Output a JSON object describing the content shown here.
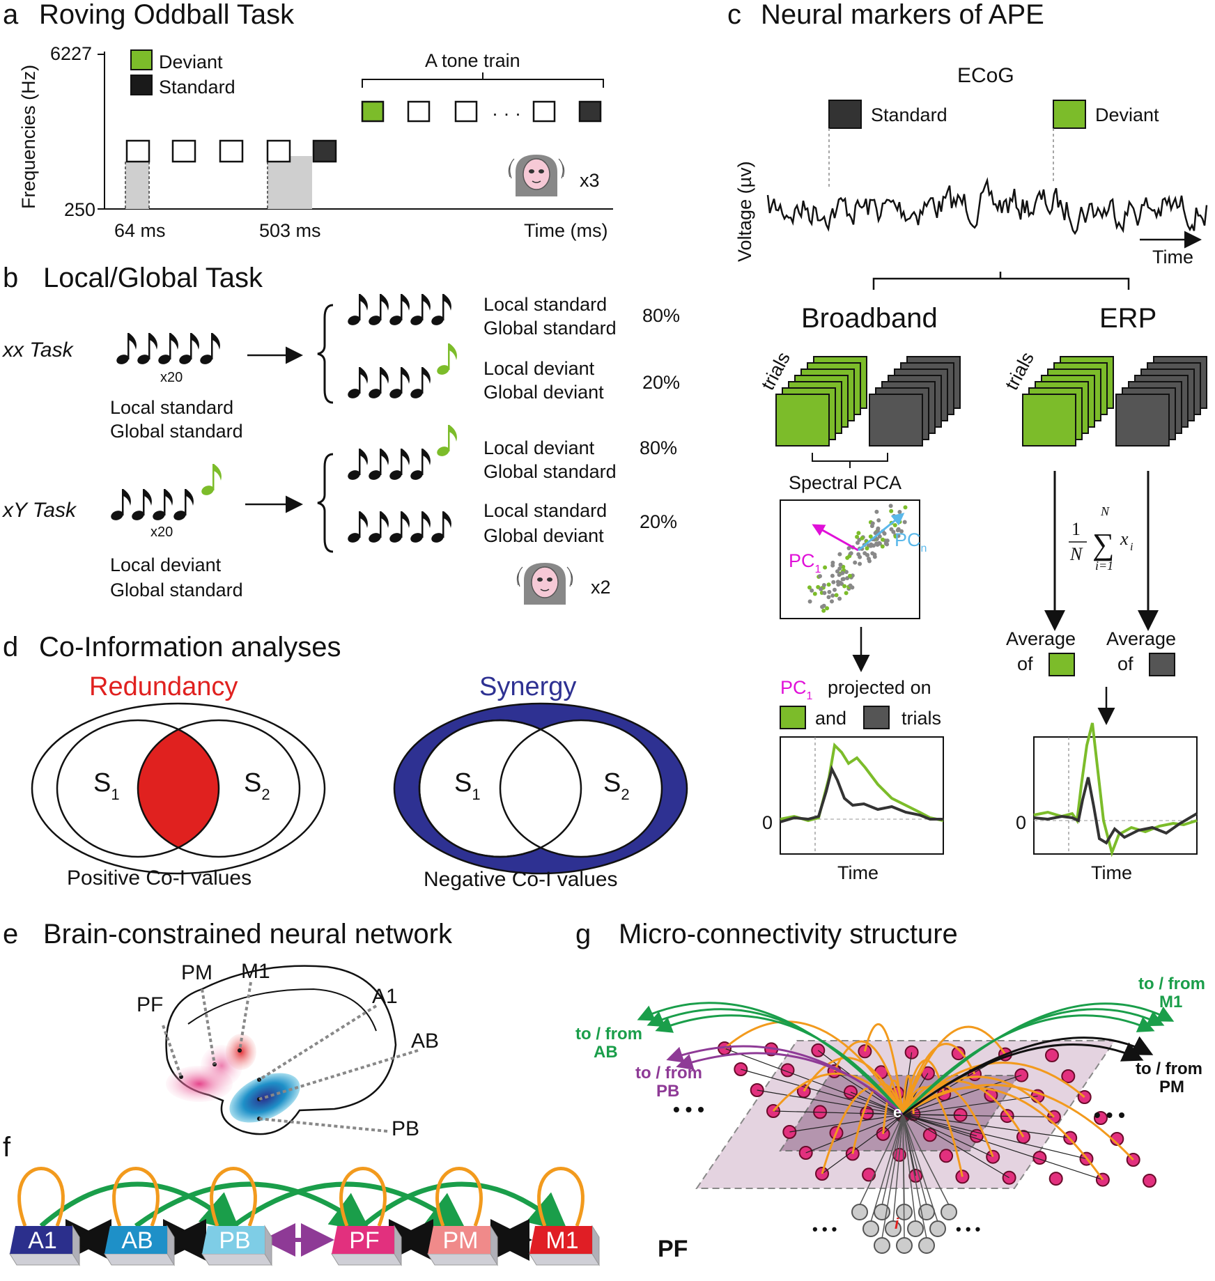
{
  "colors": {
    "deviant_green": "#7cbc2a",
    "standard_black": "#1a1a1a",
    "gray_square": "#555555",
    "redundancy_red": "#e0211f",
    "synergy_blue": "#2e3192",
    "pc1_magenta": "#e010d8",
    "pcn_cyan": "#5ab8ea",
    "orange_loop": "#f29a1d",
    "green_conn": "#1a9e4a",
    "purple_conn": "#8e3a96",
    "A1": "#2b2f8c",
    "AB": "#1e90c8",
    "PB": "#7ecde6",
    "PF": "#e2307e",
    "PM": "#f08a8a",
    "M1": "#e01e25"
  },
  "panel_a": {
    "letter": "a",
    "title": "Roving Oddball Task",
    "y_label": "Frequencies (Hz)",
    "y_top": "6227",
    "y_bottom": "250",
    "legend_deviant": "Deviant",
    "legend_standard": "Standard",
    "tone_train_label": "A tone train",
    "dots": "· · ·",
    "tick_64": "64 ms",
    "tick_503": "503 ms",
    "x_label": "Time (ms)",
    "monkey_count": "x3"
  },
  "panel_b": {
    "letter": "b",
    "title": "Local/Global Task",
    "xx_task": "xx Task",
    "xy_task": "xY Task",
    "x20a": "x20",
    "x20b": "x20",
    "xx_desc1": "Local standard",
    "xx_desc2": "Global standard",
    "xy_desc1": "Local deviant",
    "xy_desc2": "Global standard",
    "r1_l1": "Local standard",
    "r1_l2": "Global standard",
    "r1_pct": "80%",
    "r2_l1": "Local deviant",
    "r2_l2": "Global deviant",
    "r2_pct": "20%",
    "r3_l1": "Local deviant",
    "r3_l2": "Global standard",
    "r3_pct": "80%",
    "r4_l1": "Local standard",
    "r4_l2": "Global deviant",
    "r4_pct": "20%",
    "monkey_count": "x2"
  },
  "panel_c": {
    "letter": "c",
    "title": "Neural markers of APE",
    "ecog": "ECoG",
    "standard": "Standard",
    "deviant": "Deviant",
    "y_label": "Voltage (µv)",
    "time": "Time",
    "broadband": "Broadband",
    "erp": "ERP",
    "trials": "trials",
    "spectral_pca": "Spectral PCA",
    "pc1": "PC",
    "pc1_sub": "1",
    "pcn": "PC",
    "pcn_sub": "n",
    "projected_on": "projected on",
    "and": "and",
    "trials_word": "trials",
    "avg_of": "Average",
    "of": "of",
    "formula_frac_num": "1",
    "formula_frac_den": "N",
    "formula_sum_top": "N",
    "formula_sum_bot": "i=1",
    "formula_x": "x",
    "formula_i": "i",
    "zero": "0",
    "time_left": "Time",
    "time_right": "Time"
  },
  "panel_d": {
    "letter": "d",
    "title": "Co-Information analyses",
    "redundancy": "Redundancy",
    "synergy": "Synergy",
    "s1": "S",
    "s2": "S",
    "sub1": "1",
    "sub2": "2",
    "positive": "Positive Co-I values",
    "negative": "Negative Co-I values"
  },
  "panel_e": {
    "letter": "e",
    "title": "Brain-constrained neural network",
    "pf": "PF",
    "pm": "PM",
    "m1": "M1",
    "a1": "A1",
    "ab": "AB",
    "pb": "PB"
  },
  "panel_f": {
    "letter": "f",
    "areas": [
      "A1",
      "AB",
      "PB",
      "PF",
      "PM",
      "M1"
    ]
  },
  "panel_g": {
    "letter": "g",
    "title": "Micro-connectivity structure",
    "to_from_ab_1": "to / from",
    "to_from_ab_2": "AB",
    "to_from_pb_1": "to / from",
    "to_from_pb_2": "PB",
    "to_from_m1_1": "to / from",
    "to_from_m1_2": "M1",
    "to_from_pm_1": "to / from",
    "to_from_pm_2": "PM",
    "pf": "PF",
    "e": "e",
    "i": "i",
    "dots": "• • •"
  }
}
